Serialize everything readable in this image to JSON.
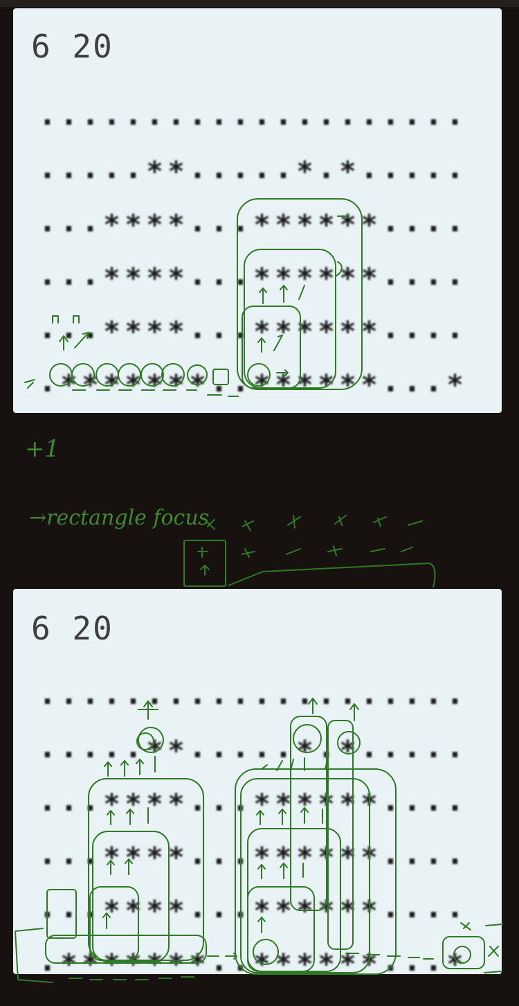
{
  "puzzle_1": {
    "dimensions": "6 20",
    "rows": [
      "....................",
      ".....**.....*.*.....",
      "...****...******....",
      "...****...******....",
      "...****...******....",
      ".*******..******...*"
    ]
  },
  "between_notes": {
    "score": "+1",
    "approach": "→rectangle focus"
  },
  "puzzle_2": {
    "dimensions": "6 20",
    "rows": [
      "....................",
      ".....**.....*.*.....",
      "...****...******....",
      "...****...******....",
      "...****...******....",
      ".*******..******...*"
    ]
  },
  "colors": {
    "background": "#17120f",
    "card": "#e9f2f4",
    "ink": "#2f7a24",
    "text": "#1a1a1a"
  }
}
